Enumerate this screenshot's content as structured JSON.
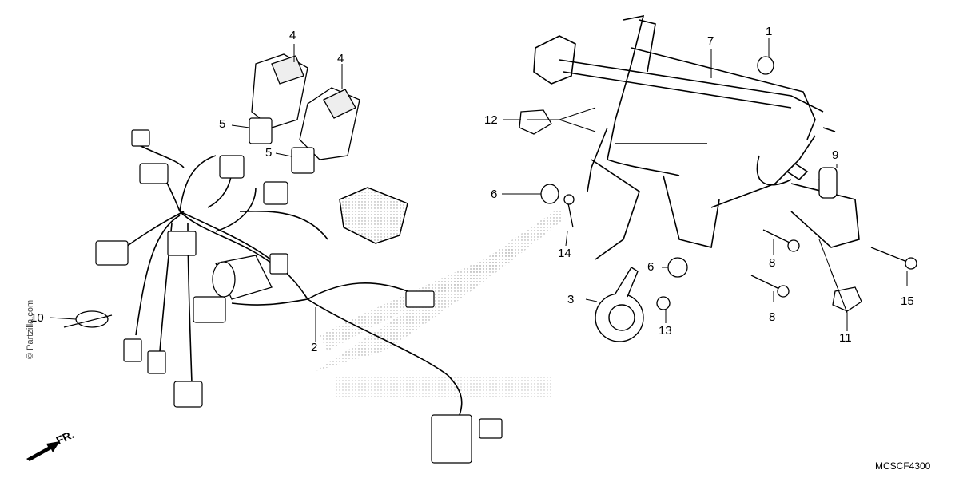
{
  "labels": {
    "p1": "1",
    "p2": "2",
    "p3": "3",
    "p4a": "4",
    "p4b": "4",
    "p5a": "5",
    "p5b": "5",
    "p6a": "6",
    "p6b": "6",
    "p7": "7",
    "p8a": "8",
    "p8b": "8",
    "p9": "9",
    "p10": "10",
    "p11": "11",
    "p12": "12",
    "p13": "13",
    "p14": "14",
    "p15": "15"
  },
  "direction_label": "FR.",
  "diagram_code": "MCSCF4300",
  "watermark": "© Partzilla.com"
}
